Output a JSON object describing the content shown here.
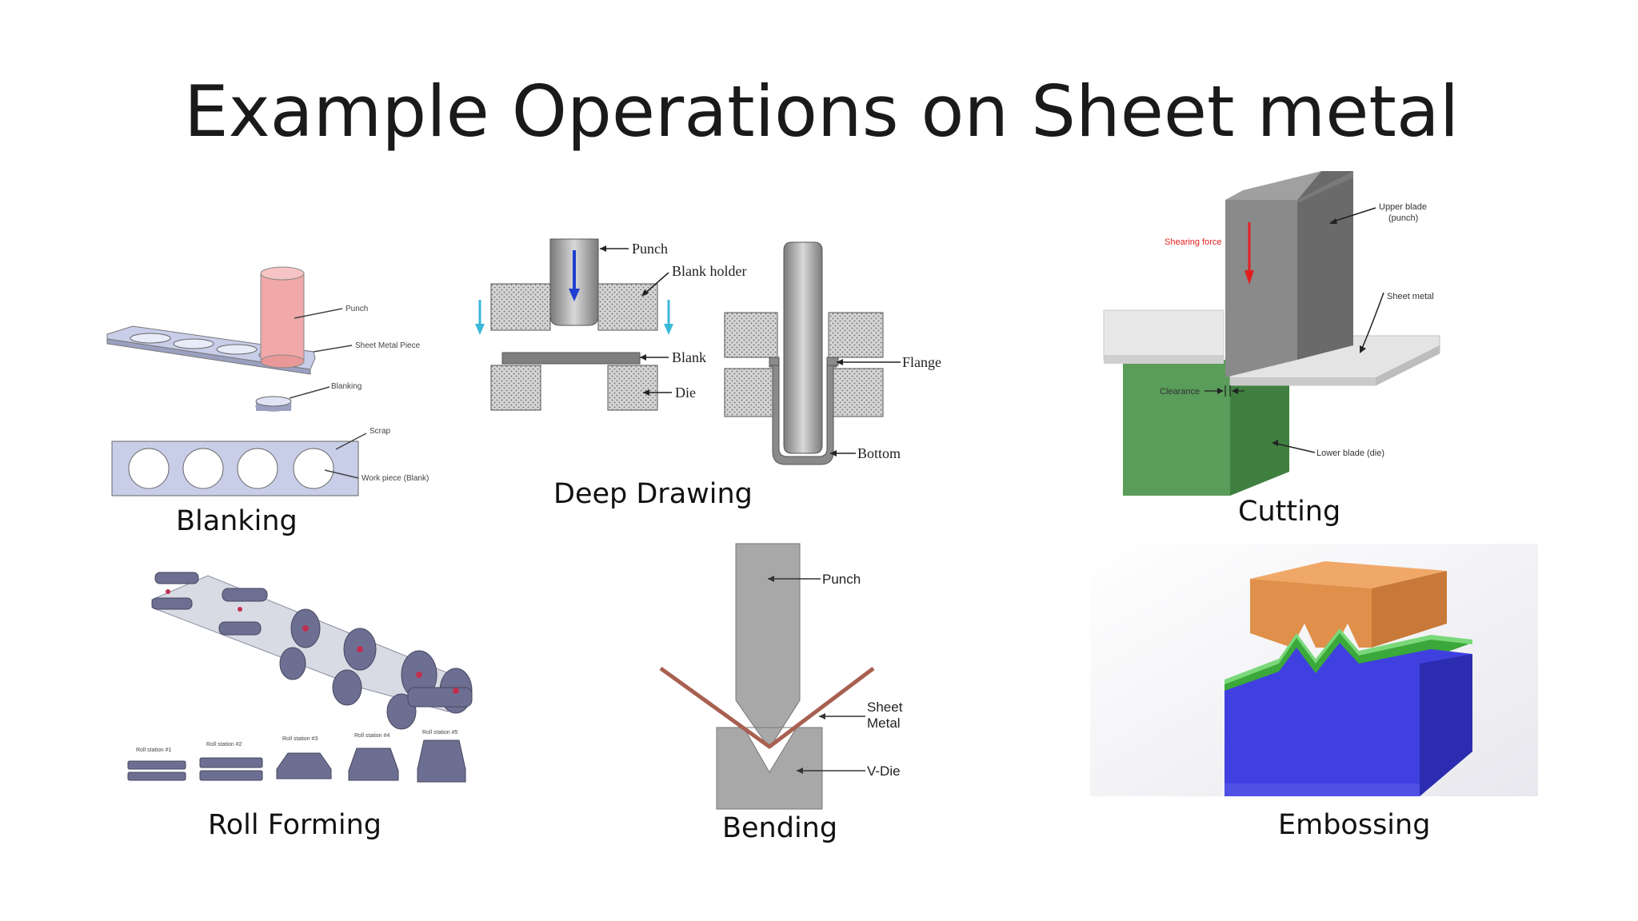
{
  "slide": {
    "title": "Example Operations on Sheet metal"
  },
  "blanking": {
    "caption": "Blanking",
    "labels": {
      "punch": "Punch",
      "sheet": "Sheet Metal Piece",
      "blanking": "Blanking",
      "scrap": "Scrap",
      "workpiece": "Work piece (Blank)"
    }
  },
  "deep_drawing": {
    "caption": "Deep Drawing",
    "labels": {
      "punch": "Punch",
      "blank_holder": "Blank holder",
      "blank": "Blank",
      "die": "Die",
      "flange": "Flange",
      "bottom": "Bottom"
    }
  },
  "cutting": {
    "caption": "Cutting",
    "labels": {
      "upper_blade": "Upper blade",
      "upper_blade_sub": "(punch)",
      "shearing_force": "Shearing force",
      "sheet": "Sheet metal",
      "clearance": "Clearance",
      "lower_blade": "Lower blade (die)"
    }
  },
  "roll_forming": {
    "caption": "Roll Forming",
    "stations": [
      "Roll station #1",
      "Roll station #2",
      "Roll station #3",
      "Roll station #4",
      "Roll station #5"
    ]
  },
  "bending": {
    "caption": "Bending",
    "labels": {
      "punch": "Punch",
      "sheet_line1": "Sheet",
      "sheet_line2": "Metal",
      "vdie": "V-Die"
    }
  },
  "embossing": {
    "caption": "Embossing"
  },
  "colors": {
    "die_green": "#5a9c5a",
    "emboss_blue": "#4040e0",
    "emboss_orange": "#e0904a",
    "arrow_red": "#e02020",
    "hatch_gray": "#bdbdbd"
  }
}
